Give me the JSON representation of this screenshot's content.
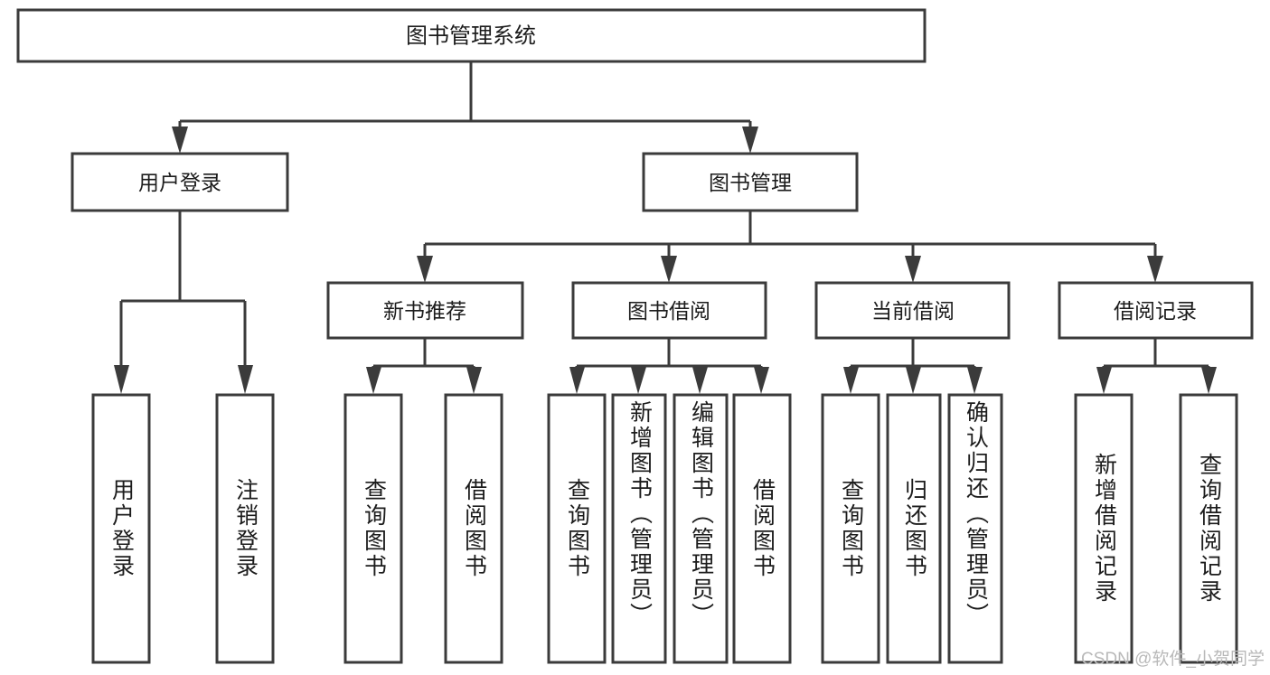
{
  "diagram": {
    "title": "图书管理系统",
    "type": "tree-hierarchy-chart",
    "root": {
      "label": "图书管理系统"
    },
    "level2": [
      {
        "label": "用户登录"
      },
      {
        "label": "图书管理"
      }
    ],
    "level3": [
      {
        "label": "新书推荐"
      },
      {
        "label": "图书借阅"
      },
      {
        "label": "当前借阅"
      },
      {
        "label": "借阅记录"
      }
    ],
    "leaves": {
      "user_login": [
        {
          "label": "用户登录"
        },
        {
          "label": "注销登录"
        }
      ],
      "new_book_recommend": [
        {
          "label": "查询图书"
        },
        {
          "label": "借阅图书"
        }
      ],
      "book_borrow": [
        {
          "label": "查询图书"
        },
        {
          "label": "新增图书（管理员）"
        },
        {
          "label": "编辑图书（管理员）"
        },
        {
          "label": "借阅图书"
        }
      ],
      "current_borrow": [
        {
          "label": "查询图书"
        },
        {
          "label": "归还图书"
        },
        {
          "label": "确认归还（管理员）"
        }
      ],
      "borrow_record": [
        {
          "label": "新增借阅记录"
        },
        {
          "label": "查询借阅记录"
        }
      ]
    }
  },
  "watermark": {
    "text": "CSDN @软件_小贺同学"
  },
  "colors": {
    "box_stroke": "#3b3b3b",
    "box_fill": "#ffffff",
    "text": "#1c1c1c",
    "watermark": "#b9b9b9",
    "background": "#ffffff"
  }
}
